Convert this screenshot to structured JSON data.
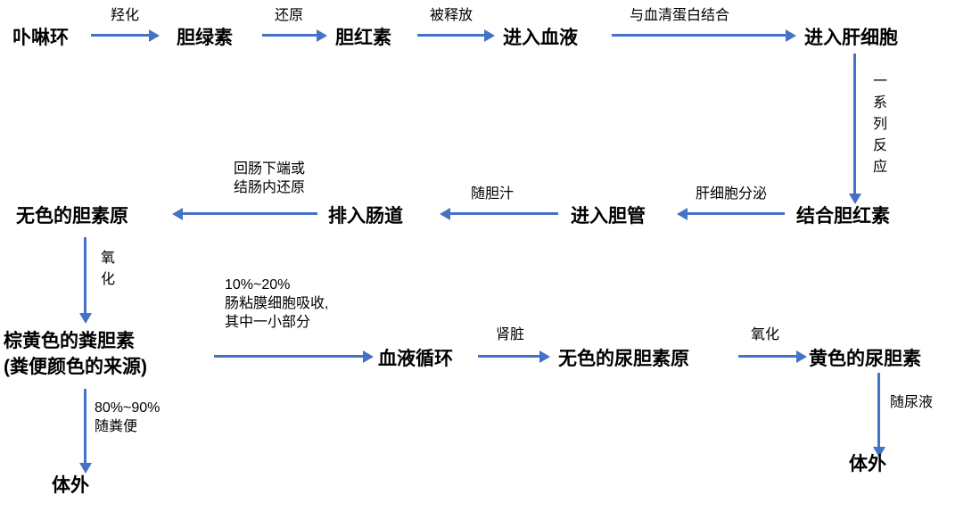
{
  "colors": {
    "arrow": "#4472C4",
    "text": "#000000",
    "background": "#ffffff"
  },
  "nodes": {
    "porphyrin": "卟啉环",
    "biliverdin": "胆绿素",
    "bilirubin": "胆红素",
    "enter_blood": "进入血液",
    "enter_liver": "进入肝细胞",
    "conjugated_bilirubin": "结合胆红素",
    "enter_bile_duct": "进入胆管",
    "into_intestine": "排入肠道",
    "colorless_bilinogen": "无色的胆素原",
    "stercobilin": "棕黄色的粪胆素\n(粪便颜色的来源)",
    "blood_circulation": "血液循环",
    "colorless_urobilinogen": "无色的尿胆素原",
    "yellow_urobilin": "黄色的尿胆素",
    "outside_body_left": "体外",
    "outside_body_right": "体外"
  },
  "edge_labels": {
    "hydroxylation": "羟化",
    "reduction": "还原",
    "released": "被释放",
    "bind_serum_protein": "与血清蛋白结合",
    "series_of_reactions": "一系列反应",
    "liver_cell_secretion": "肝细胞分泌",
    "with_bile": "随胆汁",
    "ileum_colon_reduction": "回肠下端或\n结肠内还原",
    "oxidation_left": "氧化",
    "absorption": "10%~20%\n肠粘膜细胞吸收,\n其中一小部分",
    "kidney": "肾脏",
    "oxidation_right": "氧化",
    "with_urine": "随尿液",
    "with_feces": "80%~90%\n随粪便"
  }
}
